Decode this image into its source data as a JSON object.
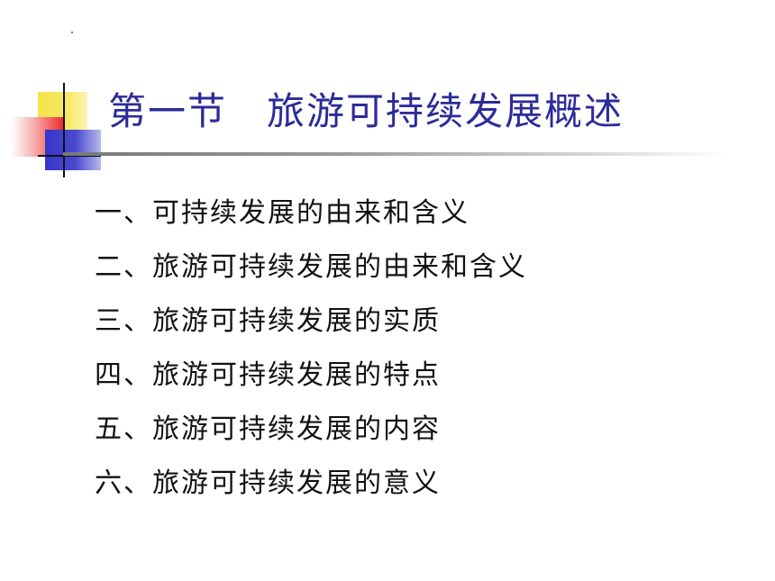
{
  "slide": {
    "title": "第一节　旅游可持续发展概述",
    "items": [
      {
        "label": "一、可持续发展的由来和含义"
      },
      {
        "label": "二、旅游可持续发展的由来和含义"
      },
      {
        "label": "三、旅游可持续发展的实质"
      },
      {
        "label": "四、旅游可持续发展的特点"
      },
      {
        "label": "五、旅游可持续发展的内容"
      },
      {
        "label": "六、旅游可持续发展的意义"
      }
    ]
  },
  "colors": {
    "title": "#2b2b9a",
    "text": "#111111",
    "accent_yellow": "#f6e34a",
    "accent_red": "#ef2d2d",
    "accent_blue": "#3636c8"
  }
}
